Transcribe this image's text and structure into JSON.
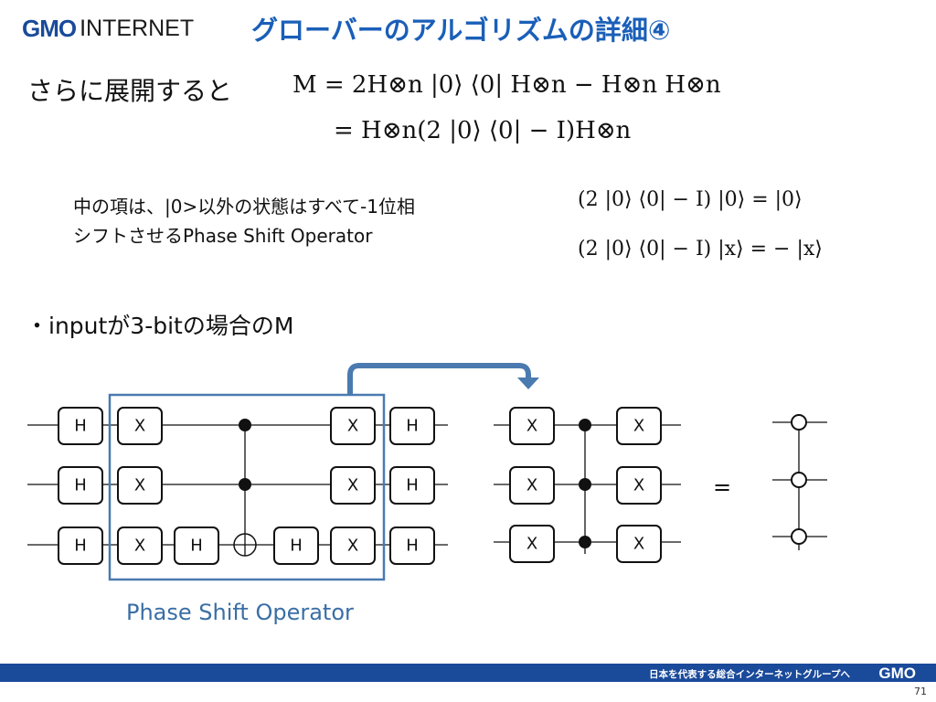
{
  "header": {
    "logo_gmo": "GMO",
    "logo_internet": "INTERNET",
    "title": "グローバーのアルゴリズムの詳細④"
  },
  "main": {
    "intro": "さらに展開すると",
    "eq_line1": "M = 2H⊗n |0⟩ ⟨0| H⊗n − H⊗n H⊗n",
    "eq_line2": "= H⊗n(2 |0⟩ ⟨0| − I)H⊗n",
    "desc_line1": "中の項は、|0>以外の状態はすべて-1位相",
    "desc_line2": "シフトさせるPhase Shift Operator",
    "eq_side1": "(2 |0⟩ ⟨0| − I) |0⟩ = |0⟩",
    "eq_side2": "(2 |0⟩ ⟨0| − I) |x⟩ = − |x⟩",
    "bullet": "・inputが3-bitの場合のM",
    "box_caption": "Phase Shift Operator"
  },
  "circuit": {
    "gate_h": "H",
    "gate_x": "X",
    "equals": "=",
    "box_color": "#4a7ab0"
  },
  "footer": {
    "tagline": "日本を代表する総合インターネットグループへ",
    "logo": "GMO",
    "page": "71"
  },
  "colors": {
    "title": "#1a5fb8",
    "footer_bar": "#1a4a9a",
    "caption": "#3a6ea5"
  }
}
